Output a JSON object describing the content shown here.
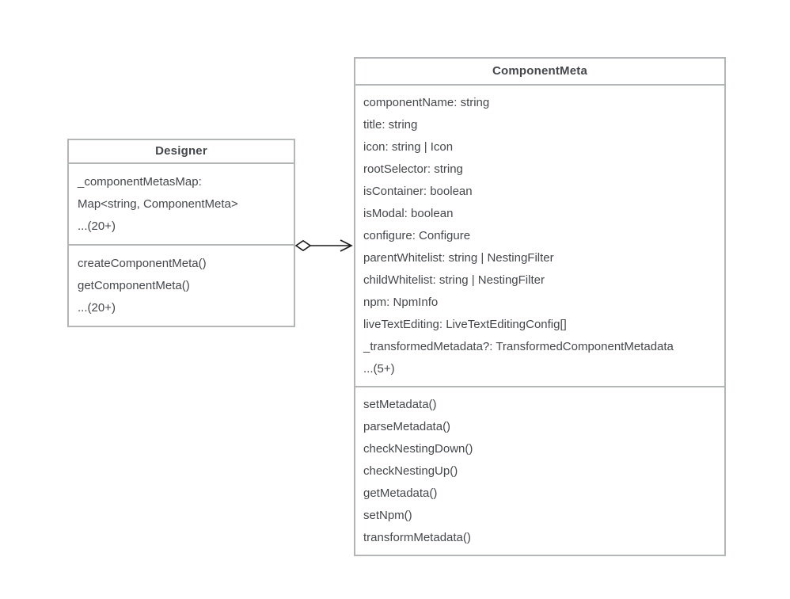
{
  "diagram": {
    "background_color": "#ffffff",
    "box_border_color": "#b3b5b6",
    "text_color": "#45474c",
    "connector_color": "#1a1a1a",
    "classes": [
      {
        "name": "Designer",
        "attributes": [
          "_componentMetasMap:",
          "Map<string, ComponentMeta>",
          "...(20+)"
        ],
        "methods": [
          "createComponentMeta()",
          "getComponentMeta()",
          "...(20+)"
        ]
      },
      {
        "name": "ComponentMeta",
        "attributes": [
          "componentName: string",
          "title: string",
          "icon: string | Icon",
          "rootSelector: string",
          "isContainer: boolean",
          "isModal: boolean",
          "configure: Configure",
          "parentWhitelist: string | NestingFilter",
          "childWhitelist: string | NestingFilter",
          "npm: NpmInfo",
          "liveTextEditing: LiveTextEditingConfig[]",
          "_transformedMetadata?: TransformedComponentMetadata",
          "...(5+)"
        ],
        "methods": [
          "setMetadata()",
          "parseMetadata()",
          "checkNestingDown()",
          "checkNestingUp()",
          "getMetadata()",
          "setNpm()",
          "transformMetadata()"
        ]
      }
    ],
    "relation": {
      "type": "aggregation",
      "from": "Designer",
      "to": "ComponentMeta"
    }
  }
}
